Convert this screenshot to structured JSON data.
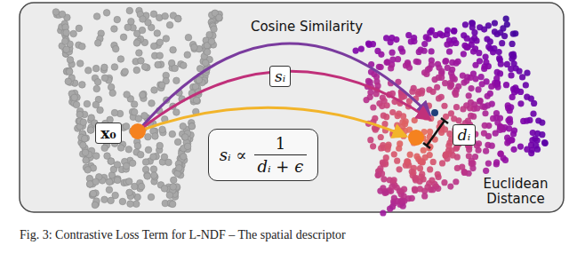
{
  "diagram": {
    "caption": "Fig. 3: Contrastive Loss Term for L-NDF – The spatial descriptor",
    "nodes": [
      {
        "text": [
          "x₀"
        ]
      },
      {
        "text": [
          "sᵢ"
        ]
      },
      {
        "text": [
          "sᵢ ∝",
          "1",
          "dᵢ + ϵ"
        ]
      },
      {
        "text": [
          "dᵢ"
        ]
      }
    ],
    "labels": [
      "Cosine Similarity",
      "Euclidean Distance"
    ]
  }
}
